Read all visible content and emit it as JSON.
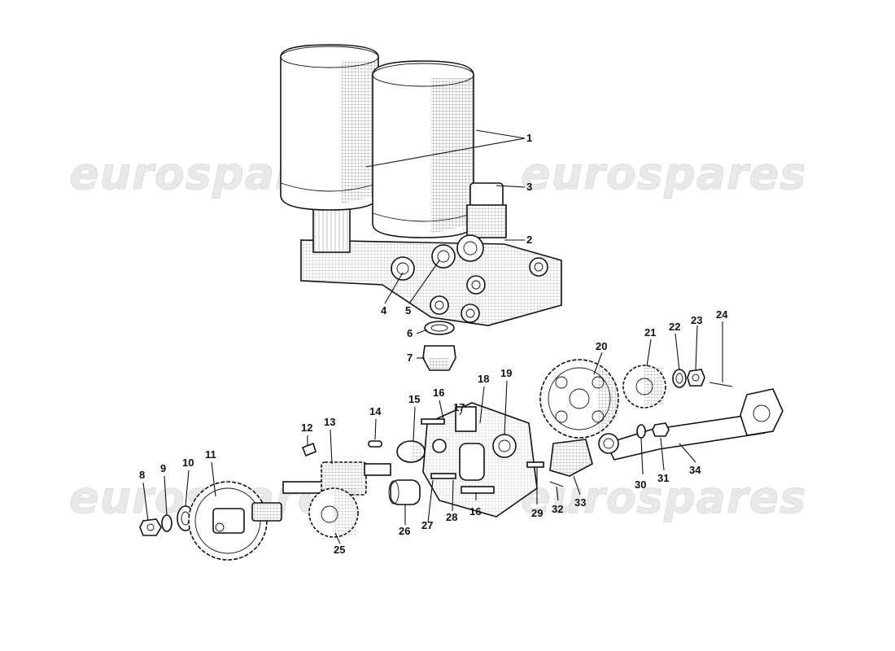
{
  "watermark": {
    "text": "eurospares"
  },
  "callouts": [
    {
      "id": "1",
      "label": "1"
    },
    {
      "id": "2",
      "label": "2"
    },
    {
      "id": "3",
      "label": "3"
    },
    {
      "id": "4",
      "label": "4"
    },
    {
      "id": "5",
      "label": "5"
    },
    {
      "id": "6",
      "label": "6"
    },
    {
      "id": "7",
      "label": "7"
    },
    {
      "id": "8",
      "label": "8"
    },
    {
      "id": "9",
      "label": "9"
    },
    {
      "id": "10",
      "label": "10"
    },
    {
      "id": "11",
      "label": "11"
    },
    {
      "id": "12",
      "label": "12"
    },
    {
      "id": "13",
      "label": "13"
    },
    {
      "id": "14",
      "label": "14"
    },
    {
      "id": "15",
      "label": "15"
    },
    {
      "id": "16a",
      "label": "16"
    },
    {
      "id": "16b",
      "label": "16"
    },
    {
      "id": "17",
      "label": "17"
    },
    {
      "id": "18",
      "label": "18"
    },
    {
      "id": "19",
      "label": "19"
    },
    {
      "id": "20",
      "label": "20"
    },
    {
      "id": "21",
      "label": "21"
    },
    {
      "id": "22",
      "label": "22"
    },
    {
      "id": "23",
      "label": "23"
    },
    {
      "id": "24",
      "label": "24"
    },
    {
      "id": "25",
      "label": "25"
    },
    {
      "id": "26",
      "label": "26"
    },
    {
      "id": "27",
      "label": "27"
    },
    {
      "id": "28",
      "label": "28"
    },
    {
      "id": "29",
      "label": "29"
    },
    {
      "id": "30",
      "label": "30"
    },
    {
      "id": "31",
      "label": "31"
    },
    {
      "id": "32",
      "label": "32"
    },
    {
      "id": "33",
      "label": "33"
    },
    {
      "id": "34",
      "label": "34"
    }
  ]
}
